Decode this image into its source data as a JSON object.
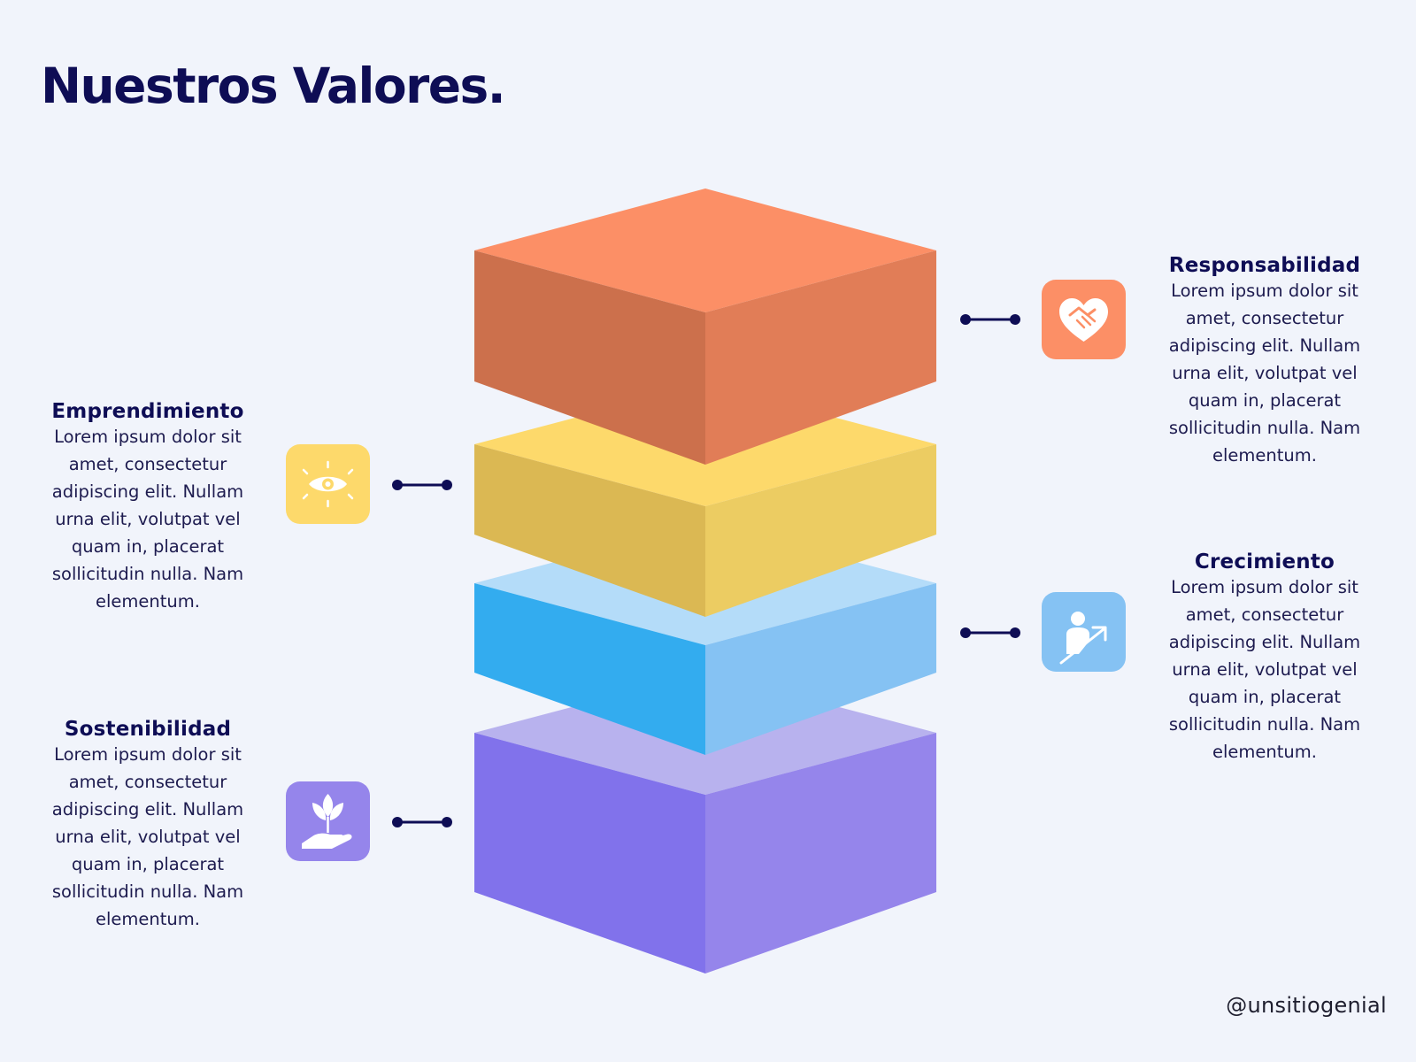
{
  "title": "Nuestros Valores.",
  "handle": "@unsitiogenial",
  "colors": {
    "background": "#f1f4fb",
    "navy": "#0e0d55",
    "orange": "#fc8f66",
    "yellow": "#fdd96b",
    "blue": "#85c2f3",
    "purple": "#9585eb"
  },
  "values": [
    {
      "heading": "Responsabilidad",
      "body": "Lorem ipsum dolor sit amet, consectetur adipiscing elit. Nullam urna elit, volutpat vel quam in, placerat sollicitudin nulla. Nam elementum.",
      "icon": "handshake-heart-icon",
      "color": "#fc8f66"
    },
    {
      "heading": "Emprendimiento",
      "body": "Lorem ipsum dolor sit amet, consectetur adipiscing elit. Nullam urna elit, volutpat vel quam in, placerat sollicitudin nulla. Nam elementum.",
      "icon": "eye-icon",
      "color": "#fdd96b"
    },
    {
      "heading": "Crecimiento",
      "body": "Lorem ipsum dolor sit amet, consectetur adipiscing elit. Nullam urna elit, volutpat vel quam in, placerat sollicitudin nulla. Nam elementum.",
      "icon": "person-growth-icon",
      "color": "#85c2f3"
    },
    {
      "heading": "Sostenibilidad",
      "body": "Lorem ipsum dolor sit amet, consectetur adipiscing elit. Nullam urna elit, volutpat vel quam in, placerat sollicitudin nulla. Nam elementum.",
      "icon": "hand-plant-icon",
      "color": "#9585eb"
    }
  ]
}
